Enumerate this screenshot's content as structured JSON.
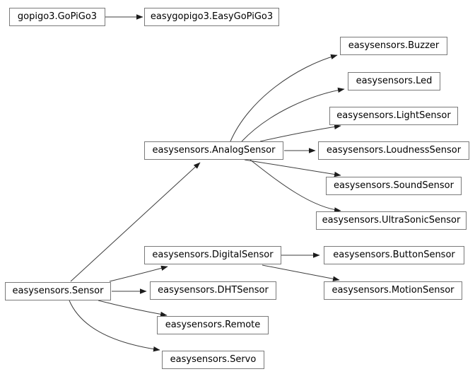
{
  "diagram": {
    "type": "inheritance-diagram",
    "background_color": "#ffffff",
    "node_fill_color": "#ffffff",
    "node_border_color": "#7a7a7a",
    "edge_color": "#3d3d3d",
    "text_color": "#000000",
    "nodes": [
      {
        "label": "gopigo3.GoPiGo3"
      },
      {
        "label": "easygopigo3.EasyGoPiGo3"
      },
      {
        "label": "easysensors.Buzzer"
      },
      {
        "label": "easysensors.Led"
      },
      {
        "label": "easysensors.LightSensor"
      },
      {
        "label": "easysensors.AnalogSensor"
      },
      {
        "label": "easysensors.LoudnessSensor"
      },
      {
        "label": "easysensors.SoundSensor"
      },
      {
        "label": "easysensors.UltraSonicSensor"
      },
      {
        "label": "easysensors.DigitalSensor"
      },
      {
        "label": "easysensors.ButtonSensor"
      },
      {
        "label": "easysensors.Sensor"
      },
      {
        "label": "easysensors.DHTSensor"
      },
      {
        "label": "easysensors.MotionSensor"
      },
      {
        "label": "easysensors.Remote"
      },
      {
        "label": "easysensors.Servo"
      }
    ],
    "edges": [
      {
        "from": "gopigo3.GoPiGo3",
        "to": "easygopigo3.EasyGoPiGo3"
      },
      {
        "from": "easysensors.AnalogSensor",
        "to": "easysensors.Buzzer"
      },
      {
        "from": "easysensors.AnalogSensor",
        "to": "easysensors.Led"
      },
      {
        "from": "easysensors.AnalogSensor",
        "to": "easysensors.LightSensor"
      },
      {
        "from": "easysensors.AnalogSensor",
        "to": "easysensors.LoudnessSensor"
      },
      {
        "from": "easysensors.AnalogSensor",
        "to": "easysensors.SoundSensor"
      },
      {
        "from": "easysensors.AnalogSensor",
        "to": "easysensors.UltraSonicSensor"
      },
      {
        "from": "easysensors.Sensor",
        "to": "easysensors.AnalogSensor"
      },
      {
        "from": "easysensors.Sensor",
        "to": "easysensors.DigitalSensor"
      },
      {
        "from": "easysensors.Sensor",
        "to": "easysensors.DHTSensor"
      },
      {
        "from": "easysensors.Sensor",
        "to": "easysensors.Remote"
      },
      {
        "from": "easysensors.Sensor",
        "to": "easysensors.Servo"
      },
      {
        "from": "easysensors.DigitalSensor",
        "to": "easysensors.ButtonSensor"
      },
      {
        "from": "easysensors.DigitalSensor",
        "to": "easysensors.MotionSensor"
      }
    ]
  }
}
